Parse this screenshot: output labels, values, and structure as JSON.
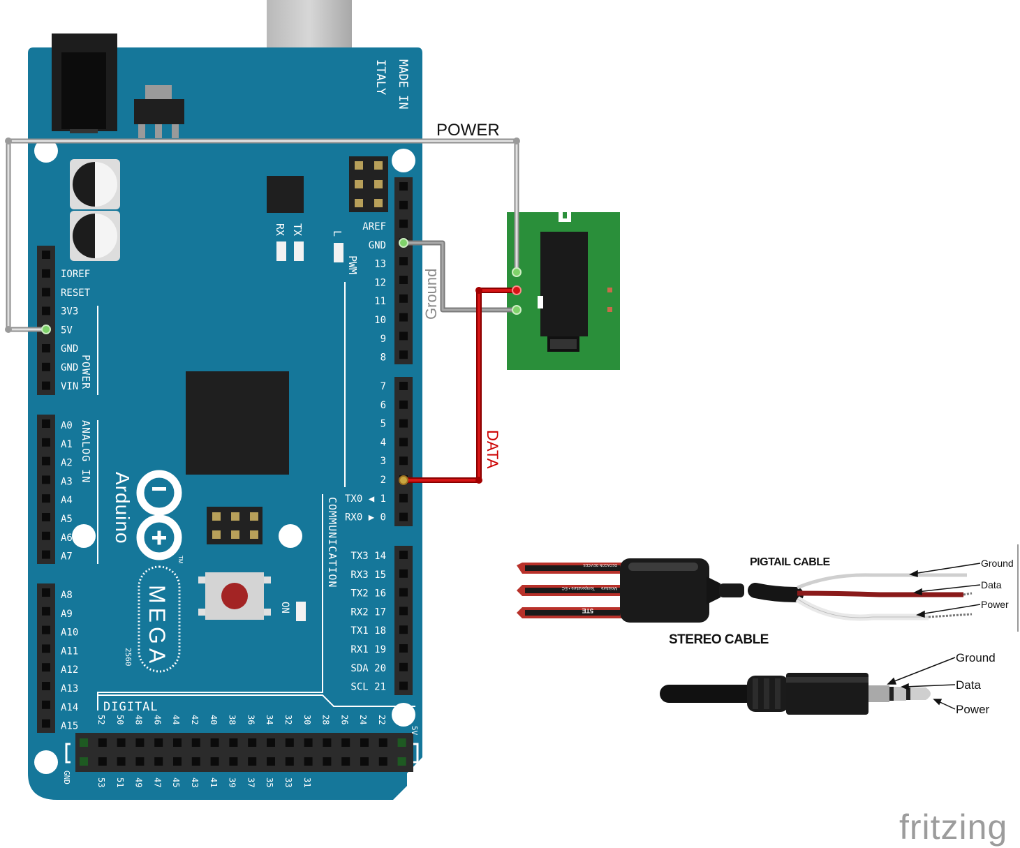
{
  "board": {
    "made_in": "MADE IN",
    "country": "ITALY",
    "brand": "Arduino",
    "model": "MEGA",
    "model_number": "2560",
    "trademark": "TM",
    "power_section": "POWER",
    "analog_section": "ANALOG IN",
    "pwm_section": "PWM",
    "communication_section": "COMMUNICATION",
    "digital_section": "DIGITAL",
    "led_rx": "RX",
    "led_tx": "TX",
    "led_l": "L",
    "led_on": "ON",
    "bottom_gnd": "GND",
    "bottom_5v": "5V",
    "power_pins": [
      "IOREF",
      "RESET",
      "3V3",
      "5V",
      "GND",
      "GND",
      "VIN"
    ],
    "analog_pins_a": [
      "A0",
      "A1",
      "A2",
      "A3",
      "A4",
      "A5",
      "A6",
      "A7"
    ],
    "analog_pins_b": [
      "A8",
      "A9",
      "A10",
      "A11",
      "A12",
      "A13",
      "A14",
      "A15"
    ],
    "digital_pins_high": [
      "AREF",
      "GND",
      "13",
      "12",
      "11",
      "10",
      "9",
      "8"
    ],
    "digital_pins_low": [
      "7",
      "6",
      "5",
      "4",
      "3",
      "2",
      "TX0 ◀ 1",
      "RX0 ▶ 0"
    ],
    "comm_pins": [
      "TX3 14",
      "RX3 15",
      "TX2 16",
      "RX2 17",
      "TX1 18",
      "RX1 19",
      "SDA 20",
      "SCL 21"
    ],
    "digital_top_row": [
      "52",
      "50",
      "48",
      "46",
      "44",
      "42",
      "40",
      "38",
      "36",
      "34",
      "32",
      "30",
      "28",
      "26",
      "24",
      "22"
    ],
    "digital_bottom_row": [
      "53",
      "51",
      "49",
      "47",
      "45",
      "43",
      "41",
      "39",
      "37",
      "35",
      "33",
      "31"
    ]
  },
  "wires": {
    "power": {
      "label": "POWER",
      "color": "#bdbdbd"
    },
    "ground": {
      "label": "Ground",
      "color": "#8c8c8c"
    },
    "data": {
      "label": "DATA",
      "color": "#cc0000"
    }
  },
  "sensor_photo": {
    "brand_marks": [
      "DECAGON DEVICES",
      "Temperature • EC",
      "Moisture"
    ],
    "model": "5TE",
    "pigtail_title": "PIGTAIL CABLE",
    "pigtail_labels": [
      "Ground",
      "Data",
      "Power"
    ],
    "stereo_title": "STEREO CABLE",
    "stereo_labels": [
      "Ground",
      "Data",
      "Power"
    ]
  },
  "footer": {
    "logo": "fritzing"
  },
  "colors": {
    "board": "#15779a",
    "board_dark": "#0f5f7e",
    "breakout": "#2a8f3a",
    "silkscreen": "#ffffff",
    "header": "#2b2b2b"
  }
}
